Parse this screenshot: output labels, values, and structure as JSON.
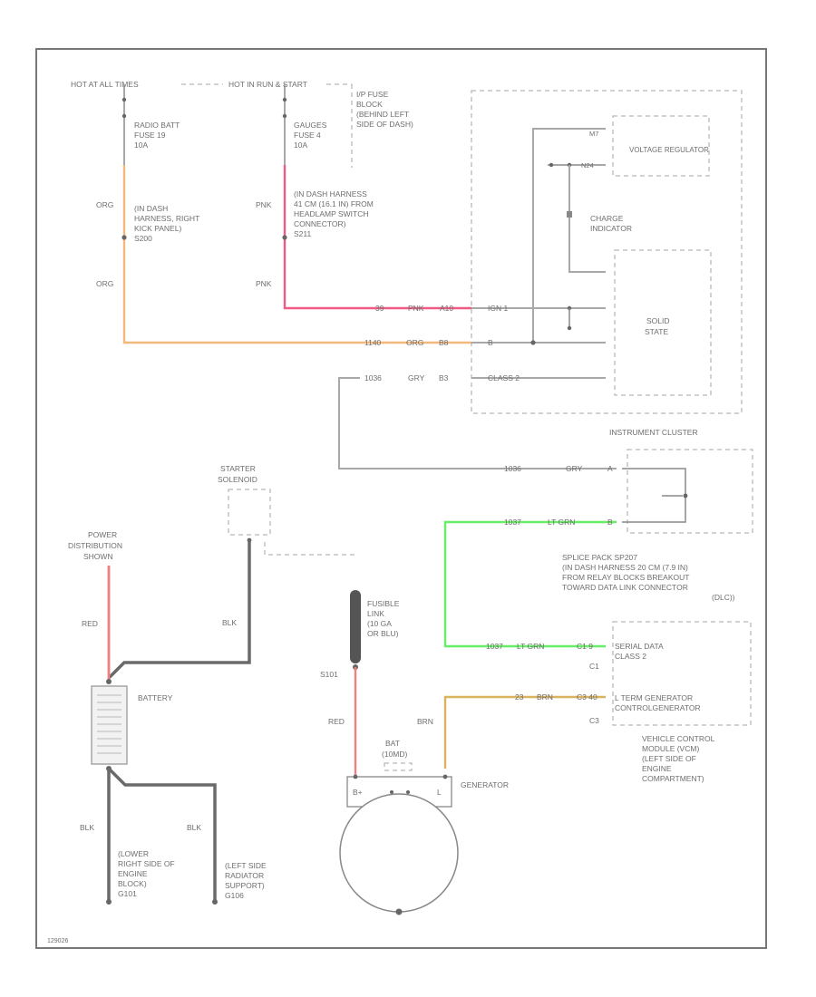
{
  "colors": {
    "orange": "#f4b87c",
    "pink": "#f05a84",
    "red": "#f08080",
    "green": "#66ee66",
    "tan": "#d9b35e",
    "black": "#666666",
    "gray": "#a8a8a8"
  },
  "top": {
    "hot_at_all_times": "HOT AT ALL TIMES",
    "hot_in_run_start": "HOT IN RUN & START",
    "ip_fuse_block": [
      "I/P FUSE",
      "BLOCK",
      "(BEHIND LEFT",
      "SIDE OF DASH)"
    ],
    "radio_batt_fuse": [
      "RADIO BATT",
      "FUSE 19",
      "10A"
    ],
    "gauges_fuse": [
      "GAUGES",
      "FUSE 4",
      "10A"
    ],
    "org": "ORG",
    "pnk": "PNK",
    "splice_s200": [
      "(IN DASH",
      "HARNESS, RIGHT",
      "KICK PANEL)",
      "S200"
    ],
    "splice_s211": [
      "(IN DASH HARNESS",
      "41 CM (16.1 IN) FROM",
      "HEADLAMP SWITCH",
      "CONNECTOR)",
      "S211"
    ]
  },
  "cluster": {
    "voltage_regulator": "VOLTAGE REGULATOR",
    "charge_indicator": [
      "CHARGE",
      "INDICATOR"
    ],
    "solid_state": [
      "SOLID",
      "STATE"
    ],
    "instrument_cluster": "INSTRUMENT CLUSTER",
    "pin_m7": "M7",
    "pin_n24": "N24",
    "row_ign": [
      "39",
      "PNK",
      "A10",
      "IGN 1"
    ],
    "row_batt": [
      "1140",
      "ORG",
      "B8",
      "B"
    ],
    "row_class2": [
      "1036",
      "GRY",
      "B3",
      "CLASS 2"
    ]
  },
  "splice_pack": {
    "gry_row": [
      "1036",
      "GRY",
      "A"
    ],
    "green_row": [
      "1037",
      "LT GRN",
      "B"
    ],
    "label": [
      "SPLICE PACK SP207",
      "(IN DASH HARNESS 20 CM (7.9 IN)",
      "FROM RELAY BLOCKS BREAKOUT",
      "TOWARD DATA LINK CONNECTOR",
      "(DLC))"
    ]
  },
  "vcm": {
    "serial_row": [
      "1037",
      "LT GRN",
      "C1 9"
    ],
    "serial_label": [
      "SERIAL DATA",
      "CLASS 2"
    ],
    "l_row": [
      "23",
      "BRN",
      "C3 40"
    ],
    "l_label": [
      "L TERM GENERATOR",
      "CONTROLGENERATOR"
    ],
    "c1": "C1",
    "c3": "C3",
    "module_label": [
      "VEHICLE CONTROL",
      "MODULE (VCM)",
      "(LEFT SIDE OF",
      "ENGINE",
      "COMPARTMENT)"
    ]
  },
  "starter": [
    "STARTER",
    "SOLENOID"
  ],
  "power_dist": [
    "POWER",
    "DISTRIBUTION",
    "SHOWN"
  ],
  "red_label": "RED",
  "blk_label": "BLK",
  "battery": "BATTERY",
  "fusible_link": [
    "FUSIBLE",
    "LINK",
    "(10 GA",
    "OR BLU)"
  ],
  "s101": "S101",
  "brn_label": "BRN",
  "bat_label": [
    "BAT",
    "(10MD)"
  ],
  "generator": "GENERATOR",
  "gen_terminals": [
    "B+",
    "L"
  ],
  "ground_left": [
    "(LOWER",
    "RIGHT SIDE OF",
    "ENGINE",
    "BLOCK)",
    "G101"
  ],
  "ground_right": [
    "(LEFT SIDE",
    "RADIATOR",
    "SUPPORT)",
    "G106"
  ],
  "figure_id": "129026"
}
